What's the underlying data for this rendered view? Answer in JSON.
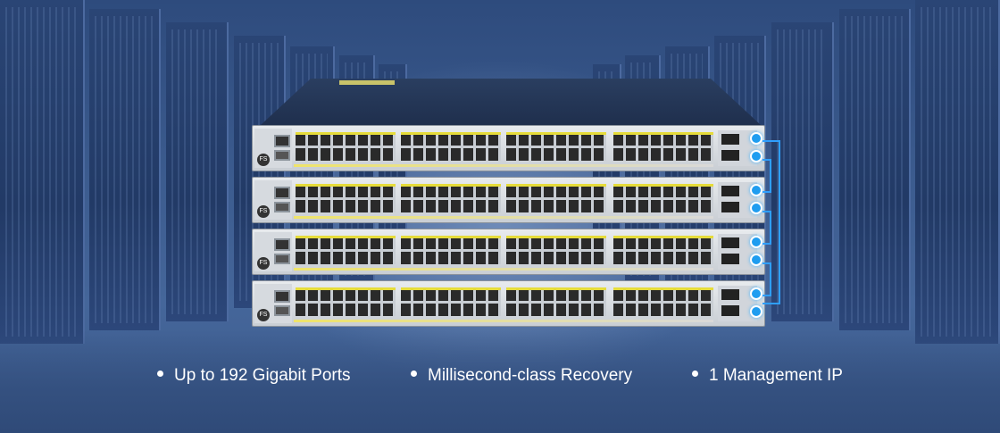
{
  "features": [
    {
      "text": "Up to 192 Gigabit Ports"
    },
    {
      "text": "Millisecond-class Recovery"
    },
    {
      "text": "1 Management IP"
    }
  ],
  "colors": {
    "background": "#3f5a86",
    "cable": "#2f9fff",
    "port_label": "#e6dc3a",
    "text": "#ffffff"
  },
  "image": {
    "subject": "stacked-network-switches",
    "switch_count": 4
  }
}
